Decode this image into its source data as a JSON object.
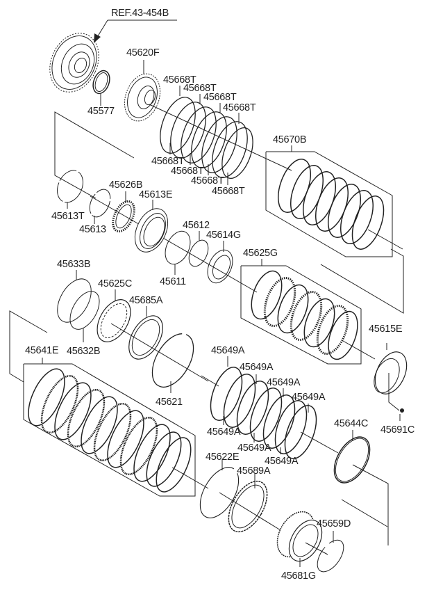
{
  "diagram": {
    "type": "exploded parts diagram",
    "subject": "automatic transmission clutch assembly",
    "reference": {
      "label": "REF.43-454B",
      "part": "drum-gear-reference"
    },
    "parts": [
      {
        "id": "p-45620F",
        "label": "45620F",
        "description": "sun gear / hub"
      },
      {
        "id": "p-45577",
        "label": "45577",
        "description": "thrust washer"
      },
      {
        "id": "p-45668T-1",
        "label": "45668T"
      },
      {
        "id": "p-45668T-2",
        "label": "45668T"
      },
      {
        "id": "p-45668T-3",
        "label": "45668T"
      },
      {
        "id": "p-45668T-4",
        "label": "45668T"
      },
      {
        "id": "p-45668T-5",
        "label": "45668T"
      },
      {
        "id": "p-45668T-6",
        "label": "45668T"
      },
      {
        "id": "p-45668T-7",
        "label": "45668T"
      },
      {
        "id": "p-45668T-8",
        "label": "45668T"
      },
      {
        "id": "p-45670B",
        "label": "45670B",
        "description": "clutch disc set"
      },
      {
        "id": "p-45613T",
        "label": "45613T",
        "description": "snap ring"
      },
      {
        "id": "p-45613",
        "label": "45613",
        "description": "snap ring"
      },
      {
        "id": "p-45626B",
        "label": "45626B",
        "description": "spring assembly"
      },
      {
        "id": "p-45613E",
        "label": "45613E",
        "description": "piston"
      },
      {
        "id": "p-45612",
        "label": "45612",
        "description": "seal ring"
      },
      {
        "id": "p-45611",
        "label": "45611",
        "description": "seal ring"
      },
      {
        "id": "p-45614G",
        "label": "45614G",
        "description": "retainer"
      },
      {
        "id": "p-45625G",
        "label": "45625G",
        "description": "clutch disc set"
      },
      {
        "id": "p-45633B",
        "label": "45633B",
        "description": "seal ring"
      },
      {
        "id": "p-45632B",
        "label": "45632B",
        "description": "seal ring"
      },
      {
        "id": "p-45625C",
        "label": "45625C",
        "description": "piston"
      },
      {
        "id": "p-45685A",
        "label": "45685A",
        "description": "return spring"
      },
      {
        "id": "p-45621",
        "label": "45621",
        "description": "snap ring"
      },
      {
        "id": "p-45615E",
        "label": "45615E",
        "description": "retainer"
      },
      {
        "id": "p-45691C",
        "label": "45691C",
        "description": "bolt"
      },
      {
        "id": "p-45641E",
        "label": "45641E",
        "description": "clutch disc set"
      },
      {
        "id": "p-45649A-1",
        "label": "45649A"
      },
      {
        "id": "p-45649A-2",
        "label": "45649A"
      },
      {
        "id": "p-45649A-3",
        "label": "45649A"
      },
      {
        "id": "p-45649A-4",
        "label": "45649A"
      },
      {
        "id": "p-45649A-5",
        "label": "45649A"
      },
      {
        "id": "p-45649A-6",
        "label": "45649A"
      },
      {
        "id": "p-45649A-7",
        "label": "45649A"
      },
      {
        "id": "p-45644C",
        "label": "45644C",
        "description": "snap ring"
      },
      {
        "id": "p-45622E",
        "label": "45622E",
        "description": "snap ring"
      },
      {
        "id": "p-45689A",
        "label": "45689A",
        "description": "reaction plate"
      },
      {
        "id": "p-45659D",
        "label": "45659D",
        "description": "snap ring"
      },
      {
        "id": "p-45681G",
        "label": "45681G",
        "description": "hub"
      }
    ]
  }
}
